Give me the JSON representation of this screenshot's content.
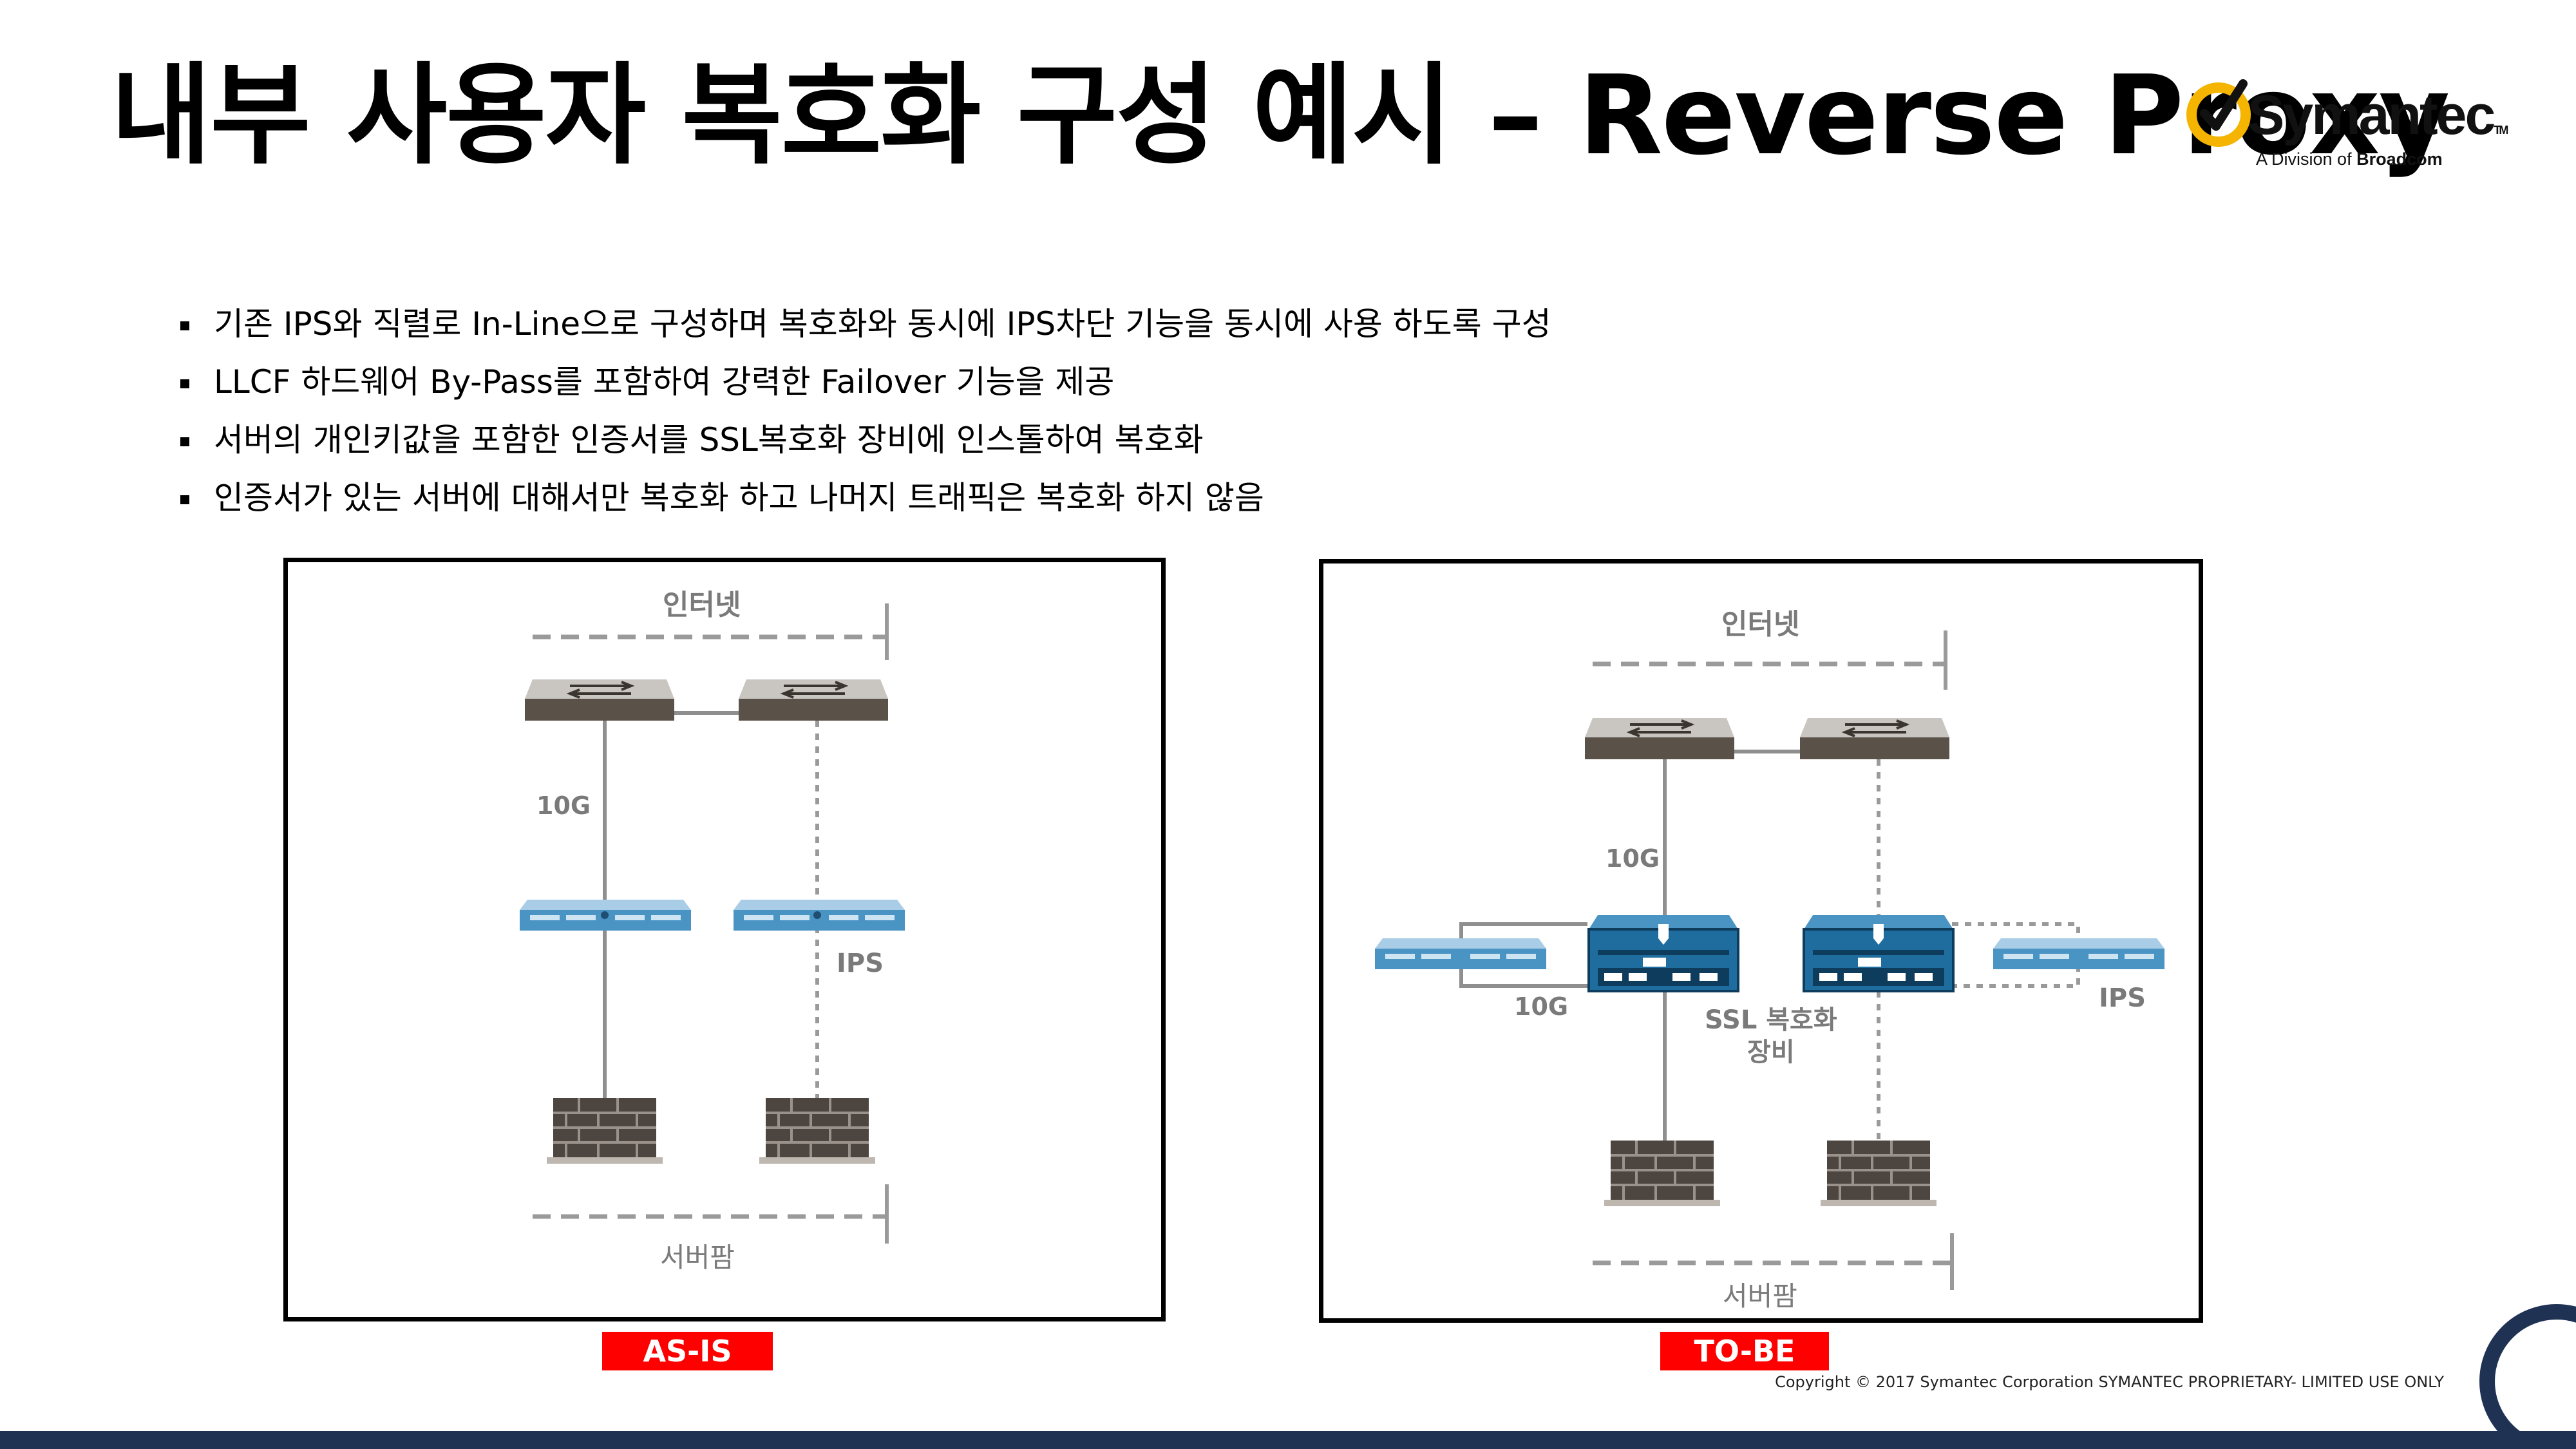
{
  "title": "내부 사용자 복호화 구성 예시 – Reverse Proxy",
  "logo": {
    "brand": "Symantec",
    "tm": "TM",
    "sub_prefix": "A Division of",
    "sub_bold": "Broadcom"
  },
  "bullets": [
    "기존 IPS와 직렬로 In-Line으로 구성하며 복호화와 동시에 IPS차단 기능을 동시에 사용 하도록 구성",
    "LLCF 하드웨어 By-Pass를 포함하여 강력한 Failover 기능을 제공",
    "서버의 개인키값을 포함한 인증서를 SSL복호화 장비에 인스톨하여 복호화",
    "인증서가 있는 서버에 대해서만 복호화 하고 나머지 트래픽은 복호화 하지 않음"
  ],
  "as_is": {
    "internet": "인터넷",
    "speed": "10G",
    "ips": "IPS",
    "server_farm": "서버팜",
    "tag": "AS-IS"
  },
  "to_be": {
    "internet": "인터넷",
    "speed_top": "10G",
    "speed_side": "10G",
    "ssl_line1": "SSL 복호화",
    "ssl_line2": "장비",
    "ips": "IPS",
    "server_farm": "서버팜",
    "tag": "TO-BE"
  },
  "copyright": "Copyright © 2017 Symantec Corporation SYMANTEC PROPRIETARY- LIMITED USE ONLY",
  "colors": {
    "accent_red": "#ff0000",
    "footer_navy": "#1f3254",
    "device_blue": "#1f6d9e",
    "switch_brown": "#5a5248",
    "logo_yellow": "#f4b400"
  }
}
